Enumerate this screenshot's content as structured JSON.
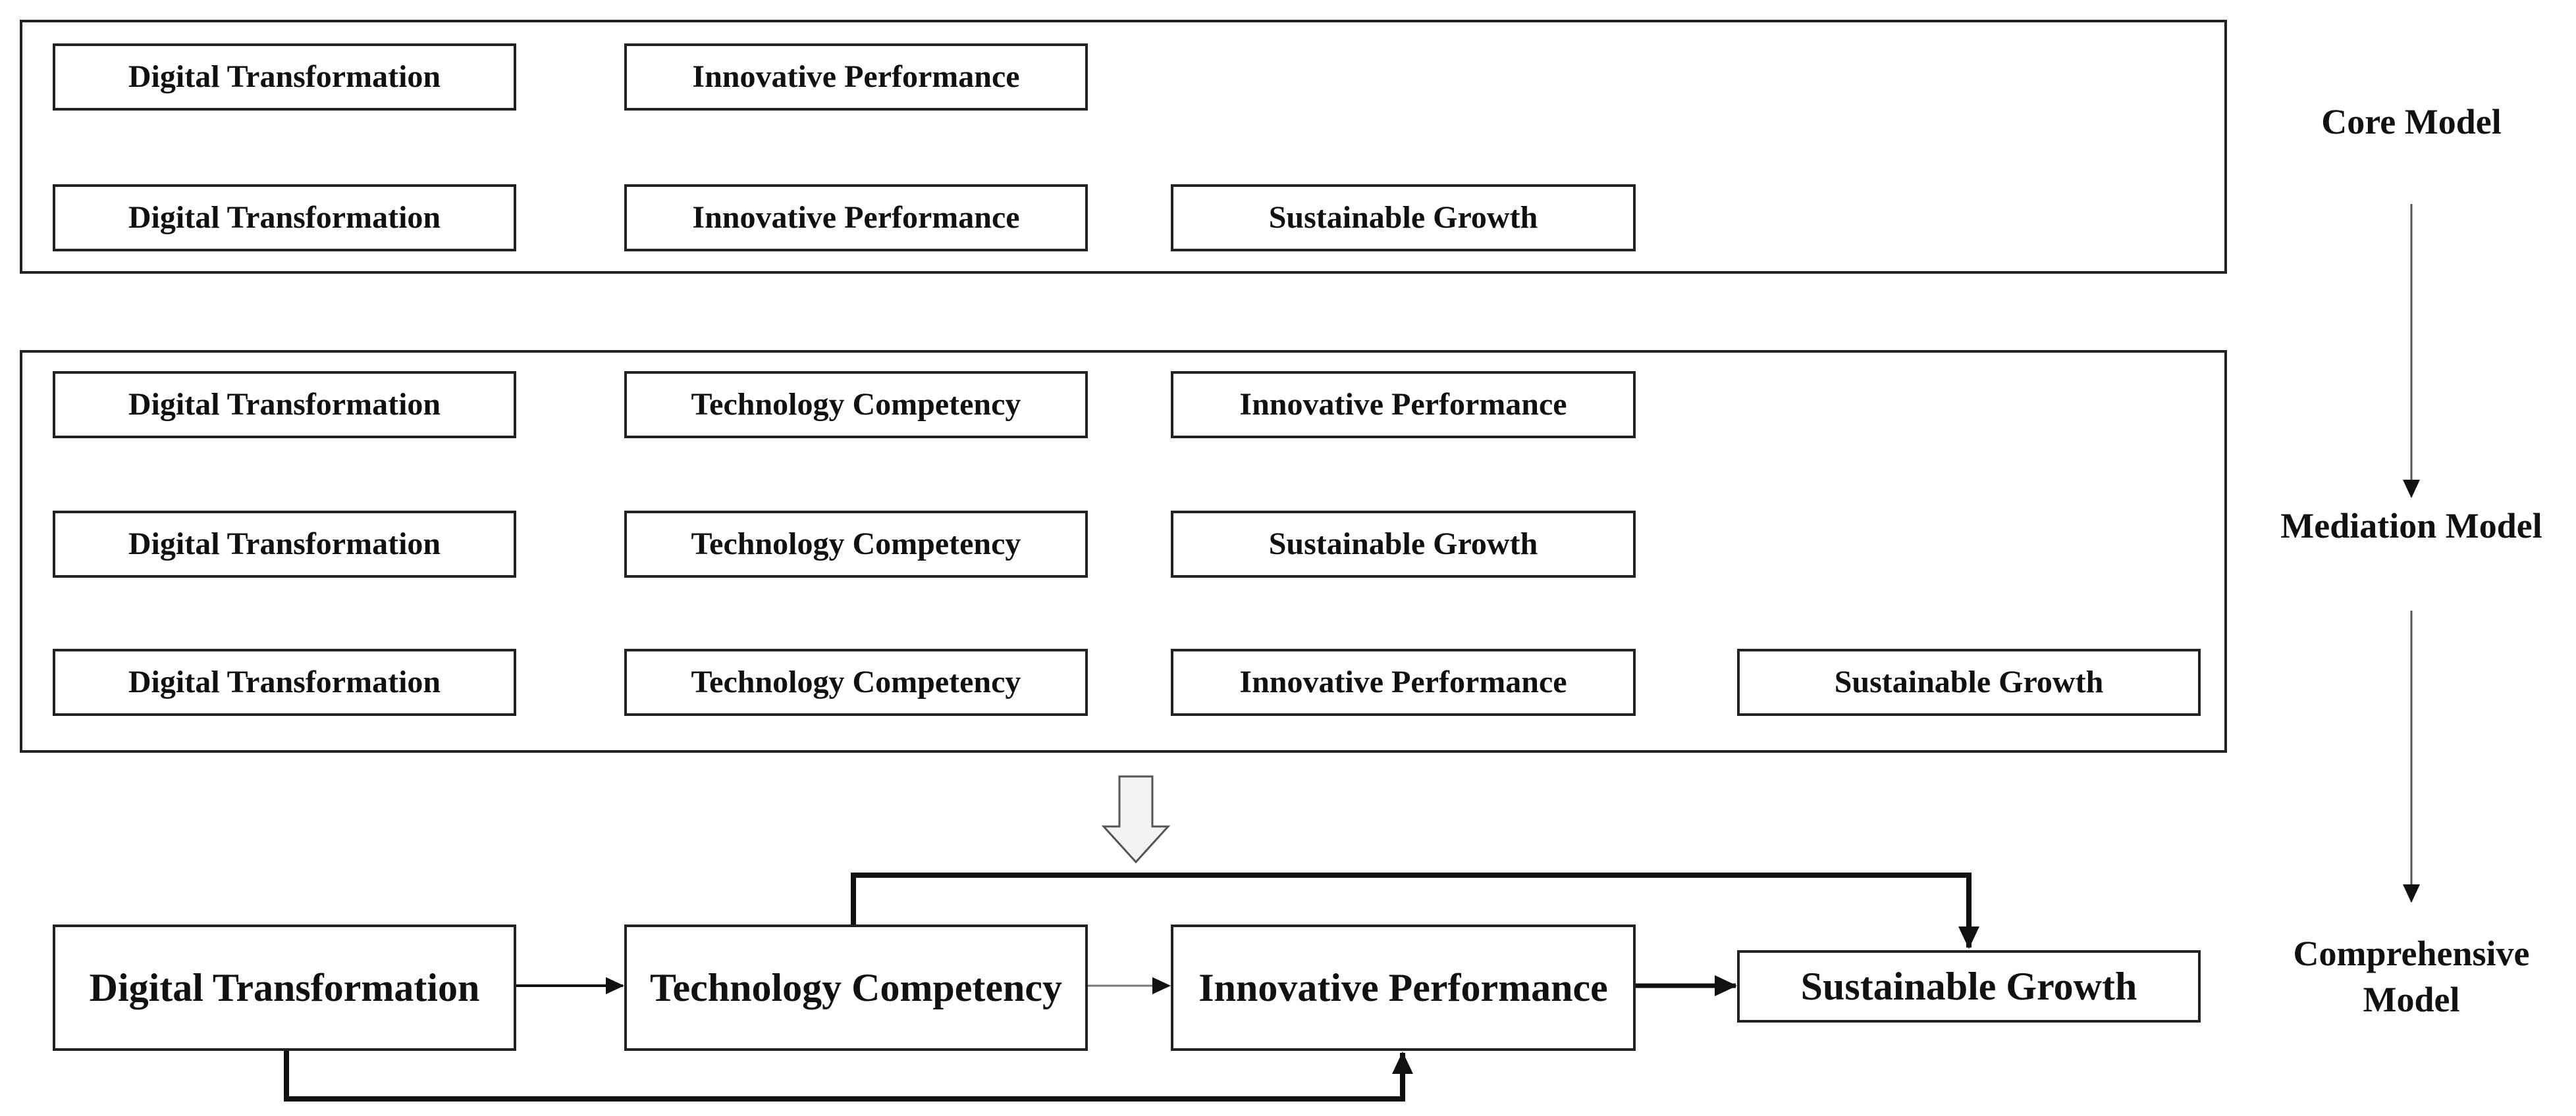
{
  "core_model": {
    "rows": [
      {
        "from": "Digital Transformation",
        "to": "Innovative Performance"
      },
      {
        "from": "Digital Transformation",
        "mid": "Innovative Performance",
        "to": "Sustainable Growth"
      }
    ]
  },
  "mediation_model": {
    "rows": [
      {
        "from": "Digital Transformation",
        "mid": "Technology Competency",
        "to": "Innovative Performance"
      },
      {
        "from": "Digital Transformation",
        "mid": "Technology Competency",
        "to": "Sustainable Growth"
      },
      {
        "from": "Digital Transformation",
        "mid": "Technology Competency",
        "mid2": "Innovative Performance",
        "to": "Sustainable Growth"
      }
    ]
  },
  "comprehensive_model": {
    "digital_transformation": "Digital Transformation",
    "technology_competency": "Technology Competency",
    "innovative_performance": "Innovative Performance",
    "sustainable_growth": "Sustainable Growth"
  },
  "stages": {
    "core": "Core Model",
    "mediation": "Mediation Model",
    "comprehensive": "Comprehensive Model"
  }
}
